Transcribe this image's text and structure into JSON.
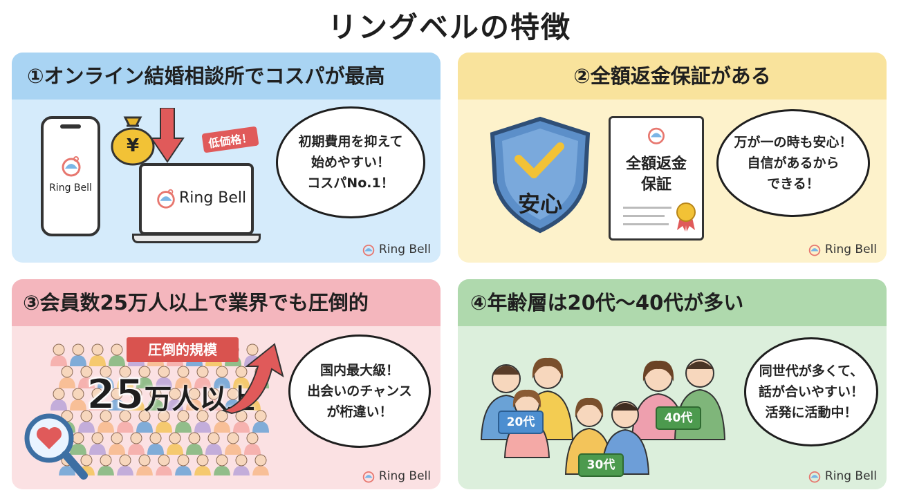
{
  "page": {
    "title": "リングベルの特徴"
  },
  "brand": {
    "name": "Ring Bell"
  },
  "cards": [
    {
      "heading": "①オンライン結婚相談所でコスパが最高",
      "tag": "低価格！",
      "coin_symbol": "¥",
      "phone_logo": "Ring Bell",
      "laptop_logo": "Ring Bell",
      "bubble": [
        "初期費用を抑えて",
        "始めやすい！",
        "コスパNo.1！"
      ]
    },
    {
      "heading": "②全額返金保証がある",
      "shield_label": "安心",
      "doc_title": [
        "全額返金",
        "保証"
      ],
      "bubble": [
        "万が一の時も安心！",
        "自信があるから",
        "できる！"
      ]
    },
    {
      "heading": "③会員数25万人以上で業界でも圧倒的",
      "banner": "圧倒的規模",
      "big_number": "25",
      "big_unit": "万人以上",
      "bubble": [
        "国内最大級！",
        "出会いのチャンス",
        "が桁違い！"
      ]
    },
    {
      "heading": "④年齢層は20代〜40代が多い",
      "age_labels": [
        "20代",
        "30代",
        "40代"
      ],
      "bubble": [
        "同世代が多くて、",
        "話が合いやすい！",
        "活発に活動中！"
      ]
    }
  ],
  "colors": {
    "blue_head": "#a9d4f3",
    "yellow_head": "#f9e39c",
    "pink_head": "#f4b6bd",
    "green_head": "#afd9ad",
    "red_accent": "#e05a5a",
    "shield_blue": "#5c8fc9"
  }
}
